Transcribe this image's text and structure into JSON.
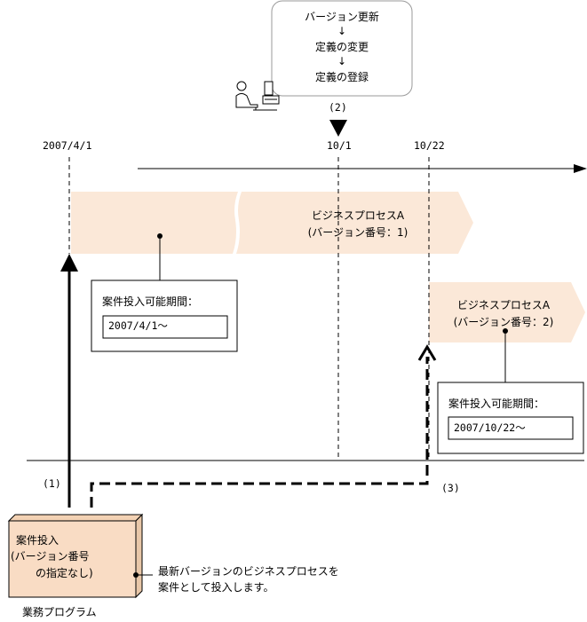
{
  "callout": {
    "line1": "バージョン更新",
    "arrow1": "↓",
    "line2": "定義の変更",
    "arrow2": "↓",
    "line3": "定義の登録"
  },
  "labels": {
    "step2": "(2)",
    "step1": "(1)",
    "step3": "(3)"
  },
  "timeline": {
    "date_start": "2007/4/1",
    "date_oct1": "10/1",
    "date_oct22": "10/22"
  },
  "process_v1": {
    "name": "ビジネスプロセスA",
    "version": "(バージョン番号：1)"
  },
  "process_v2": {
    "name": "ビジネスプロセスA",
    "version": "(バージョン番号：2)"
  },
  "period_v1": {
    "title": "案件投入可能期間：",
    "value": "2007/4/1～"
  },
  "period_v2": {
    "title": "案件投入可能期間：",
    "value": "2007/10/22～"
  },
  "program_box": {
    "line1": "案件投入",
    "line2": "(バージョン番号",
    "line3": "の指定なし)"
  },
  "note": {
    "line1": "最新バージョンのビジネスプロセスを",
    "line2": "案件として投入します。"
  },
  "program_label": "業務プログラム",
  "colors": {
    "process_fill": "#fbe8d8",
    "callout_border": "#999999",
    "box_front": "#f9dcc4",
    "box_side": "#e9c7a8"
  }
}
